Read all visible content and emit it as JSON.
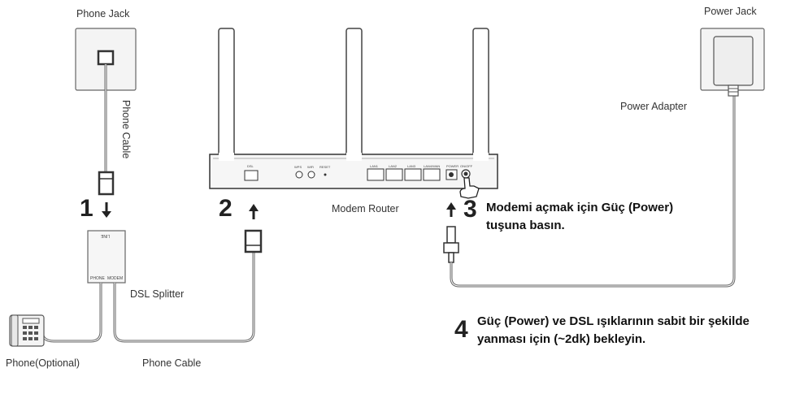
{
  "labels": {
    "phone_jack": "Phone Jack",
    "power_jack": "Power Jack",
    "phone_cable_vertical": "Phone Cable",
    "power_adapter": "Power Adapter",
    "modem_router": "Modem Router",
    "dsl_splitter": "DSL Splitter",
    "phone_optional": "Phone(Optional)",
    "phone_cable_bottom": "Phone Cable"
  },
  "steps": {
    "step1": "1",
    "step2": "2",
    "step3": "3",
    "step4": "4"
  },
  "instructions": {
    "step3_line1": "Modemi açmak için Güç (Power)",
    "step3_line2": "tuşuna basın.",
    "step4_line1": "Güç (Power) ve DSL ışıklarının sabit bir şekilde",
    "step4_line2": "yanması için (~2dk) bekleyin."
  },
  "device_text": {
    "splitter_line": "LINE",
    "splitter_phone": "PHONE",
    "splitter_modem": "MODEM",
    "port_dsl": "DSL",
    "port_wps": "WPS",
    "port_wifi": "WiFi",
    "port_reset": "RESET",
    "port_lan1": "LAN1",
    "port_lan2": "LAN2",
    "port_lan3": "LAN3",
    "port_lan4": "LAN4/WAN",
    "port_power": "POWER",
    "port_onoff": "ON/OFF"
  },
  "colors": {
    "line": "#555555",
    "box_fill": "#f2f2f2",
    "text": "#333333"
  }
}
